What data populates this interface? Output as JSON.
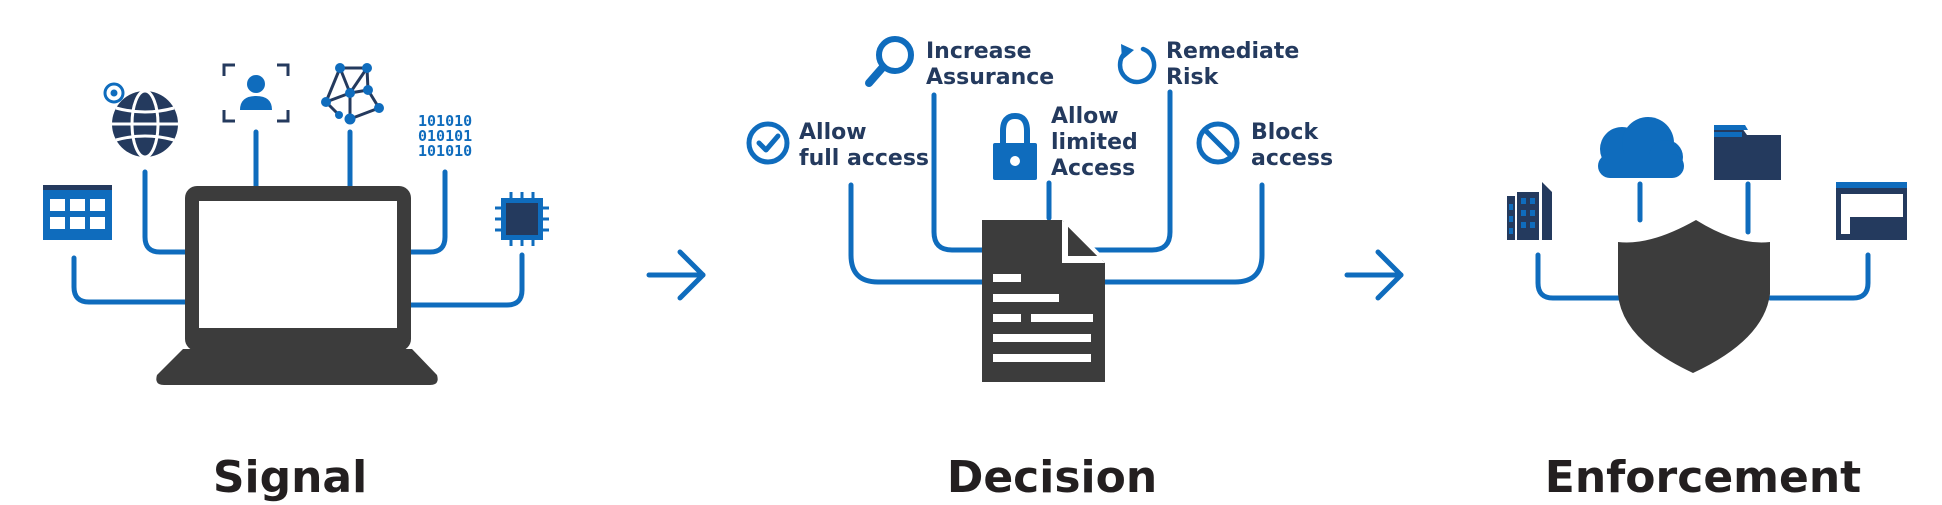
{
  "stages": [
    {
      "title": "Signal"
    },
    {
      "title": "Decision"
    },
    {
      "title": "Enforcement"
    }
  ],
  "signal": {
    "binary_lines": [
      "101010",
      "010101",
      "101010"
    ]
  },
  "decision": {
    "options": [
      {
        "icon": "checkmark-circle-icon",
        "lines": [
          "Allow",
          "full access"
        ]
      },
      {
        "icon": "magnifier-icon",
        "lines": [
          "Increase",
          "Assurance"
        ]
      },
      {
        "icon": "padlock-icon",
        "lines": [
          "Allow",
          "limited",
          "Access"
        ]
      },
      {
        "icon": "refresh-icon",
        "lines": [
          "Remediate",
          "Risk"
        ]
      },
      {
        "icon": "blocked-icon",
        "lines": [
          "Block",
          "access"
        ]
      }
    ]
  },
  "colors": {
    "accent_blue": "#0f6cbd",
    "navy": "#243a5e",
    "dark_gray": "#3c3c3c",
    "title_text": "#231f20"
  }
}
